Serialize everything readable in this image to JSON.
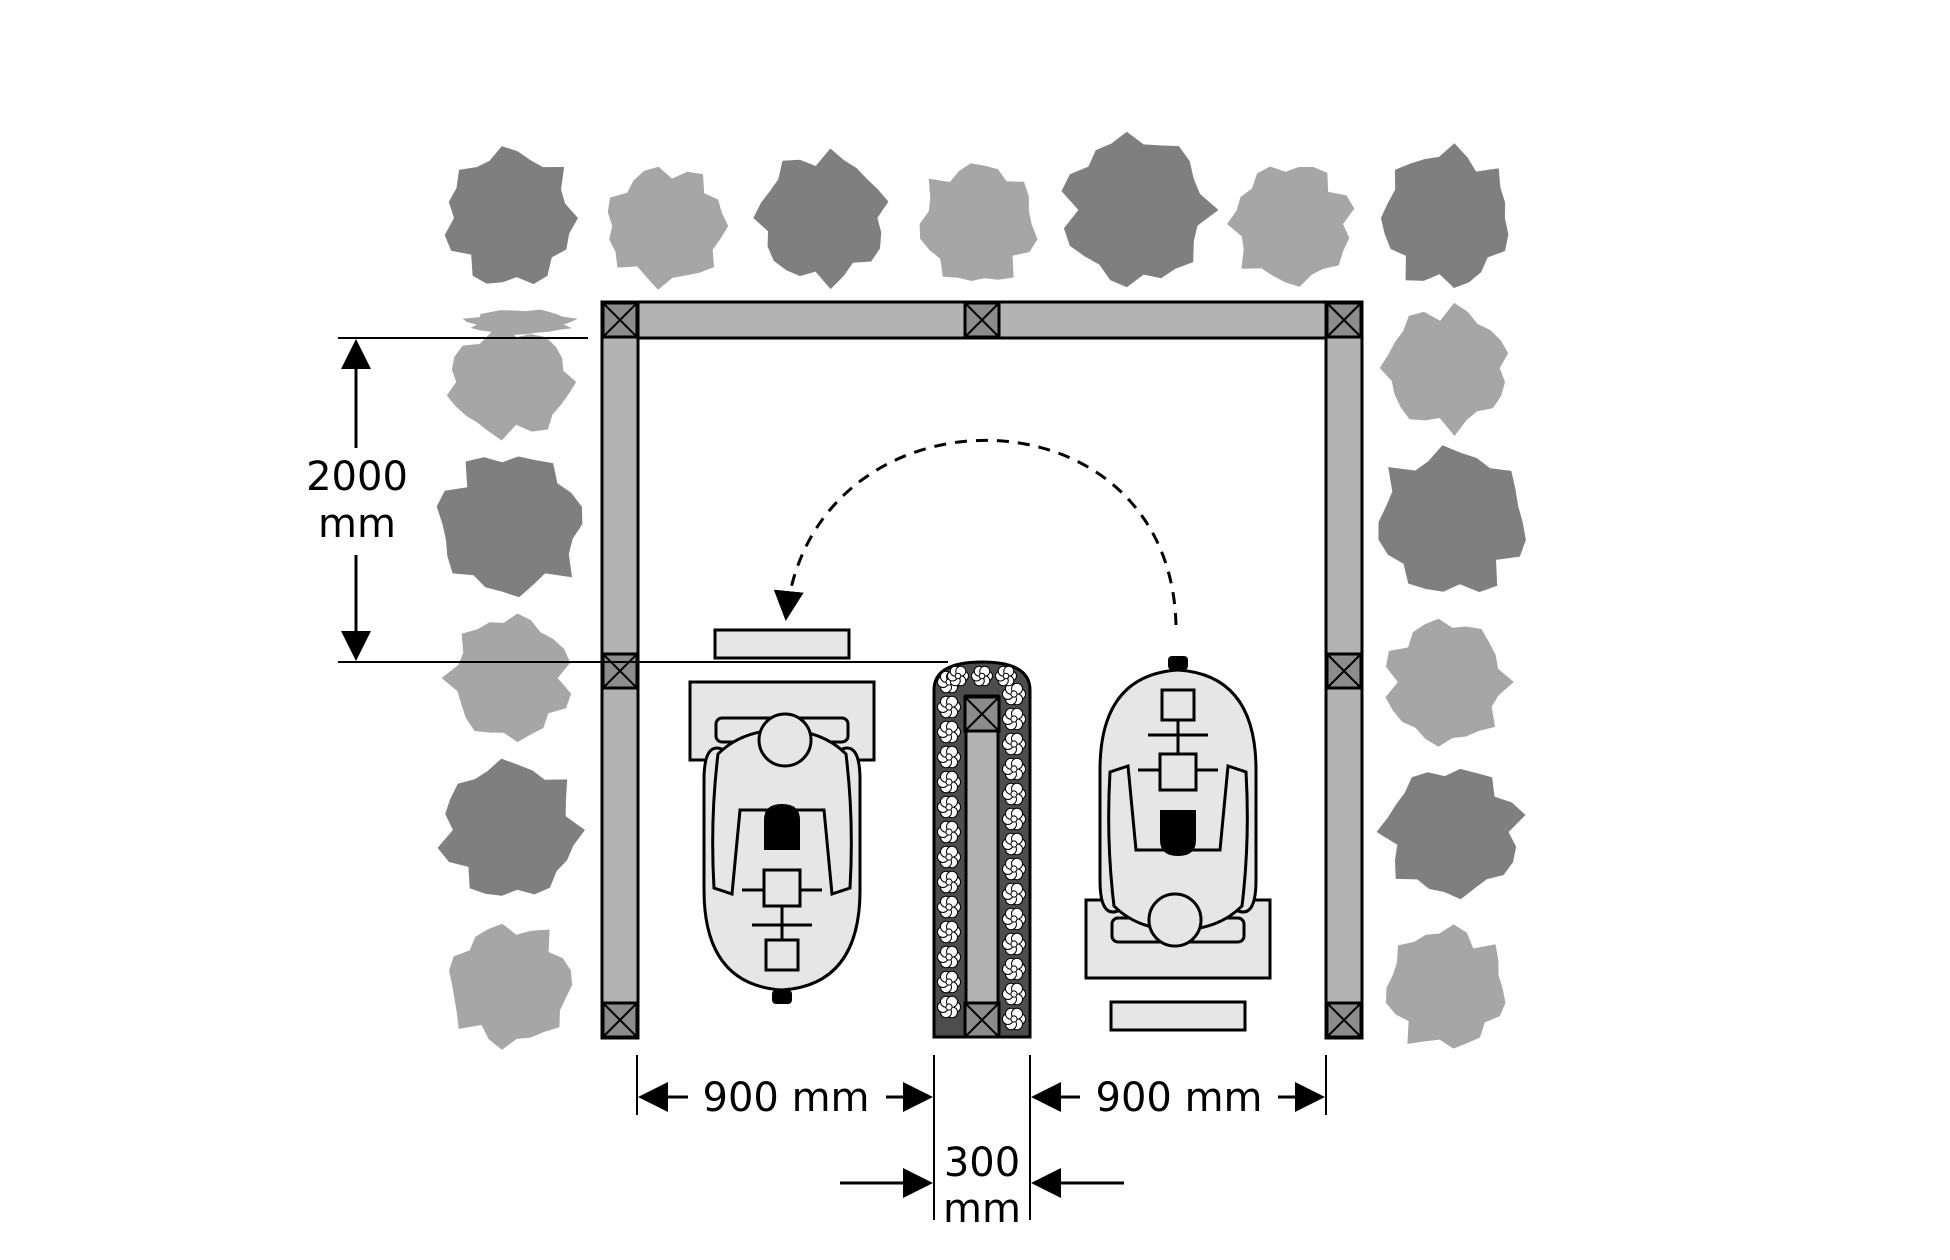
{
  "dimensions": {
    "height_value": "2000",
    "height_unit": "mm",
    "left_aisle": "900 mm",
    "right_aisle": "900 mm",
    "divider_value": "300",
    "divider_unit": "mm"
  },
  "colors": {
    "dark_shrub": "#7f7f7f",
    "light_shrub": "#a6a6a6",
    "frame_beam": "#b3b3b3",
    "post_fill": "#8c8c8c",
    "divider_fill": "#4d4d4d",
    "figure_fill": "#e6e6e6",
    "line": "#000000"
  },
  "icons": {
    "shrub": "shrub-icon",
    "person": "wheelchair-user-icon",
    "turn_arrow": "dashed-turn-arrow-icon"
  }
}
